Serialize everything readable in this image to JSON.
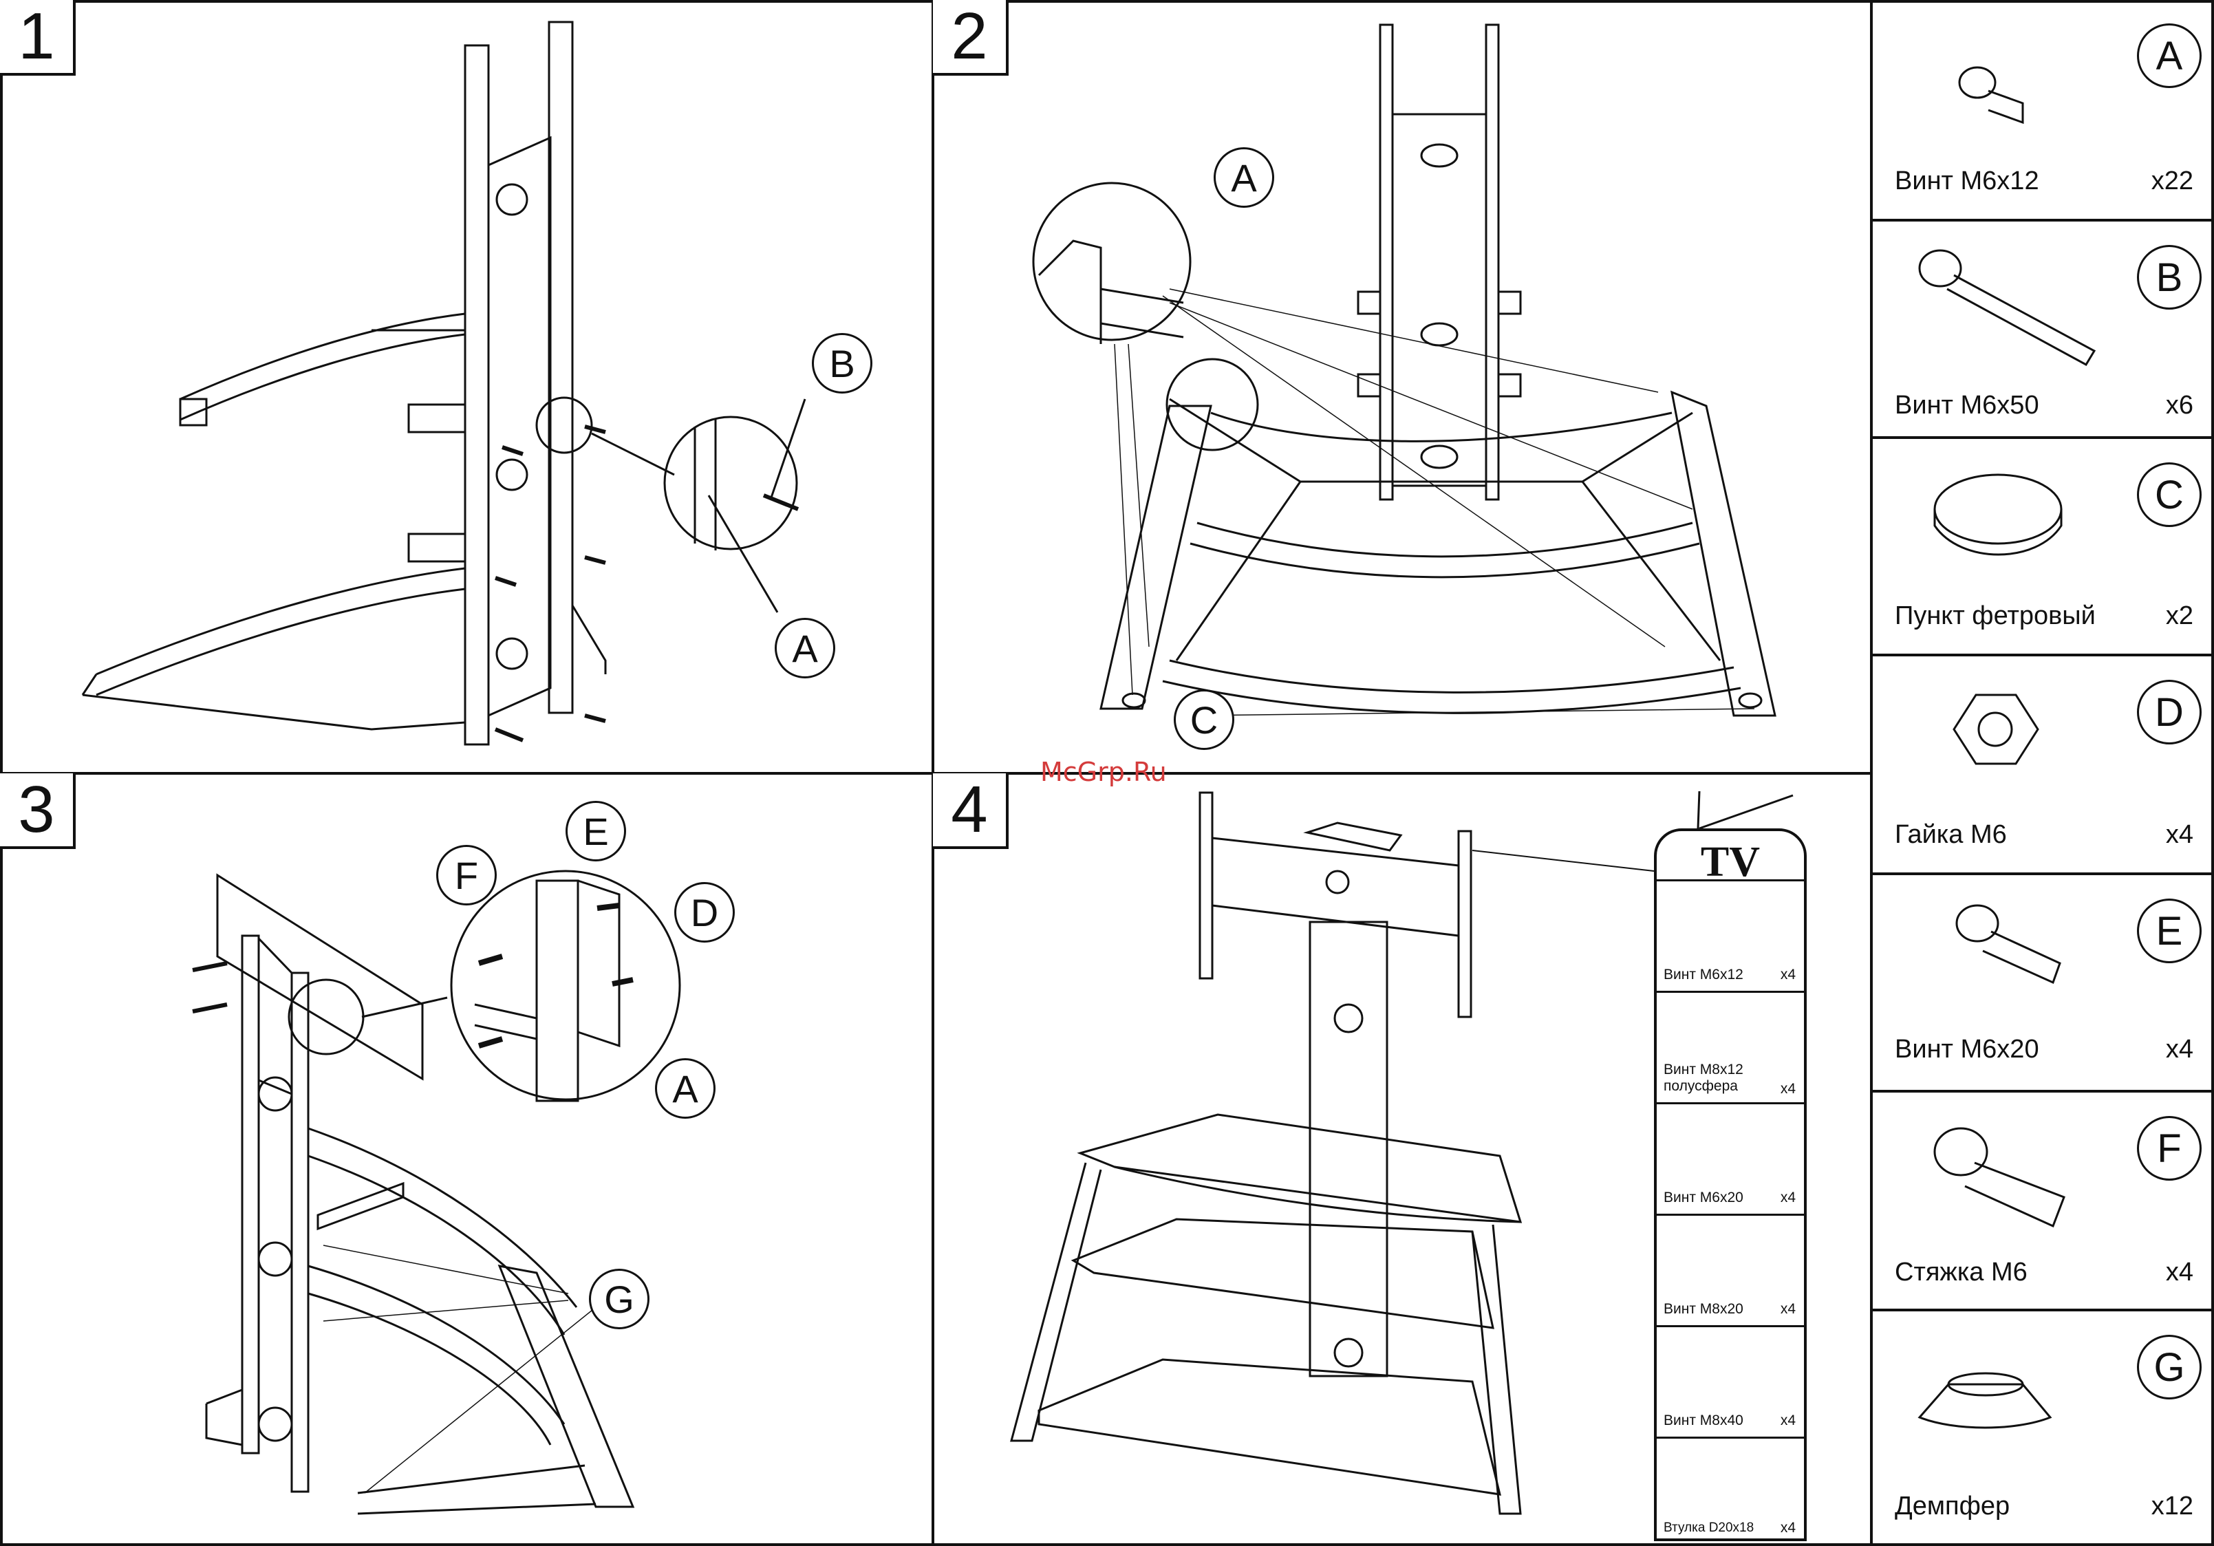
{
  "watermark": "McGrp.Ru",
  "steps": [
    {
      "number": "1",
      "callouts": [
        "B",
        "A"
      ]
    },
    {
      "number": "2",
      "callouts": [
        "A",
        "C"
      ]
    },
    {
      "number": "3",
      "callouts": [
        "E",
        "F",
        "D",
        "A",
        "G"
      ]
    },
    {
      "number": "4",
      "callouts": []
    }
  ],
  "parts": [
    {
      "letter": "A",
      "label": "Винт М6х12",
      "qty": "x22"
    },
    {
      "letter": "B",
      "label": "Винт М6х50",
      "qty": "x6"
    },
    {
      "letter": "C",
      "label": "Пункт фетровый",
      "qty": "x2"
    },
    {
      "letter": "D",
      "label": "Гайка М6",
      "qty": "x4"
    },
    {
      "letter": "E",
      "label": "Винт М6х20",
      "qty": "x4"
    },
    {
      "letter": "F",
      "label": "Стяжка М6",
      "qty": "x4"
    },
    {
      "letter": "G",
      "label": "Демпфер",
      "qty": "x12"
    }
  ],
  "tv_kit": {
    "title": "TV",
    "items": [
      {
        "label": "Винт М6х12",
        "qty": "x4"
      },
      {
        "label": "Винт М8х12 полусфера",
        "qty": "x4"
      },
      {
        "label": "Винт М6х20",
        "qty": "x4"
      },
      {
        "label": "Винт М8х20",
        "qty": "x4"
      },
      {
        "label": "Винт М8х40",
        "qty": "x4"
      },
      {
        "label": "Втулка D20x18",
        "qty": "x4"
      }
    ]
  }
}
